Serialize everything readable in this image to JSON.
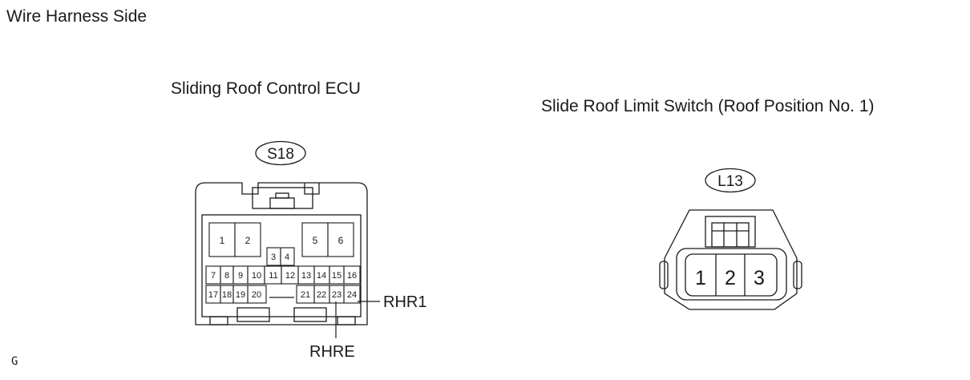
{
  "title": "Wire Harness Side",
  "ecu": {
    "name": "Sliding Roof Control ECU",
    "connector_id": "S18",
    "pins": [
      "1",
      "2",
      "3",
      "4",
      "5",
      "6",
      "7",
      "8",
      "9",
      "10",
      "11",
      "12",
      "13",
      "14",
      "15",
      "16",
      "17",
      "18",
      "19",
      "20",
      "21",
      "22",
      "23",
      "24"
    ]
  },
  "limit_switch": {
    "name": "Slide Roof Limit Switch (Roof Position No. 1)",
    "connector_id": "L13",
    "pins": [
      "1",
      "2",
      "3"
    ]
  },
  "callouts": {
    "rhr1": "RHR1",
    "rhre": "RHRE"
  },
  "footer_code": "G"
}
